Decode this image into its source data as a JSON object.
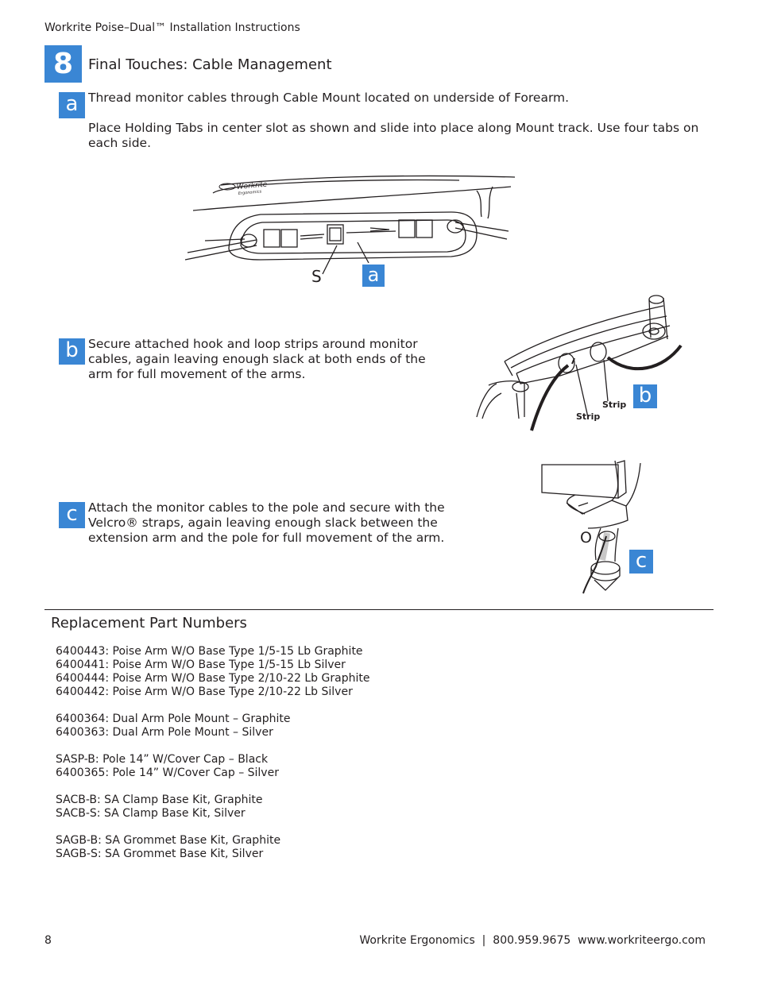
{
  "header": {
    "title": "Workrite Poise–Dual™ Installation Instructions"
  },
  "step": {
    "number": "8",
    "title": "Final Touches: Cable Management"
  },
  "steps": [
    {
      "badge": "a",
      "text1": "Thread monitor cables through Cable Mount located on underside of Forearm.",
      "text2": "Place Holding Tabs in center slot as shown and slide into place along Mount track. Use four tabs on each side."
    },
    {
      "badge": "b",
      "text": "Secure attached hook and loop strips around monitor cables, again leaving enough slack at both ends of the arm for full movement of the arms."
    },
    {
      "badge": "c",
      "text": "Attach the monitor cables to the pole and secure with the Velcro® straps, again leaving enough slack between the extension arm and the pole for full movement of the arm."
    }
  ],
  "figures": {
    "a": {
      "callout": "S",
      "badge": "a",
      "brand": "Workrite",
      "brand_sub": "Ergonomics"
    },
    "b": {
      "label_strip_1": "Strip",
      "label_strip_2": "Strip",
      "badge": "b"
    },
    "c": {
      "callout": "O",
      "badge": "c"
    }
  },
  "parts": {
    "title": "Replacement Part Numbers",
    "groups": [
      [
        "6400443: Poise Arm W/O Base Type 1/5-15 Lb Graphite",
        "6400441: Poise Arm W/O Base Type 1/5-15 Lb Silver",
        "6400444: Poise Arm W/O Base Type 2/10-22 Lb Graphite",
        "6400442: Poise Arm W/O Base Type 2/10-22 Lb Silver"
      ],
      [
        "6400364: Dual Arm Pole Mount – Graphite",
        "6400363: Dual Arm Pole Mount – Silver"
      ],
      [
        "SASP-B: Pole 14” W/Cover Cap – Black",
        "6400365: Pole 14” W/Cover Cap – Silver"
      ],
      [
        "SACB-B: SA Clamp Base Kit, Graphite",
        "SACB-S: SA Clamp Base Kit, Silver"
      ],
      [
        "SAGB-B: SA Grommet Base Kit, Graphite",
        "SAGB-S: SA Grommet Base Kit, Silver"
      ]
    ]
  },
  "footer": {
    "page": "8",
    "info": "Workrite Ergonomics  |  800.959.9675  www.workriteergo.com"
  },
  "colors": {
    "accent": "#3a86d4",
    "text": "#231f20"
  }
}
